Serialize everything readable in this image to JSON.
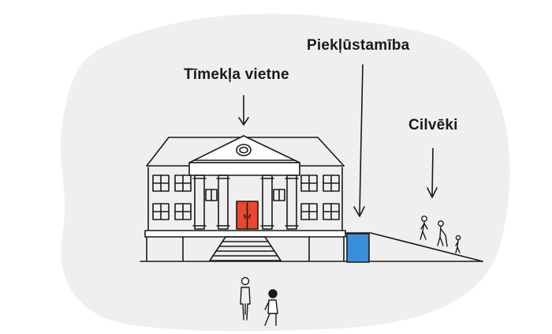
{
  "labels": {
    "website": "Tīmekļa vietne",
    "accessibility": "Piekļūstamība",
    "people": "Cilvēki"
  },
  "colors": {
    "background_blob": "#efefef",
    "ink": "#1a1a1a",
    "door": "#e8482c",
    "ramp_entrance": "#3a8fdc"
  },
  "icons": [
    "building",
    "ramp",
    "down-arrow",
    "person",
    "wheelchair-user",
    "child"
  ]
}
